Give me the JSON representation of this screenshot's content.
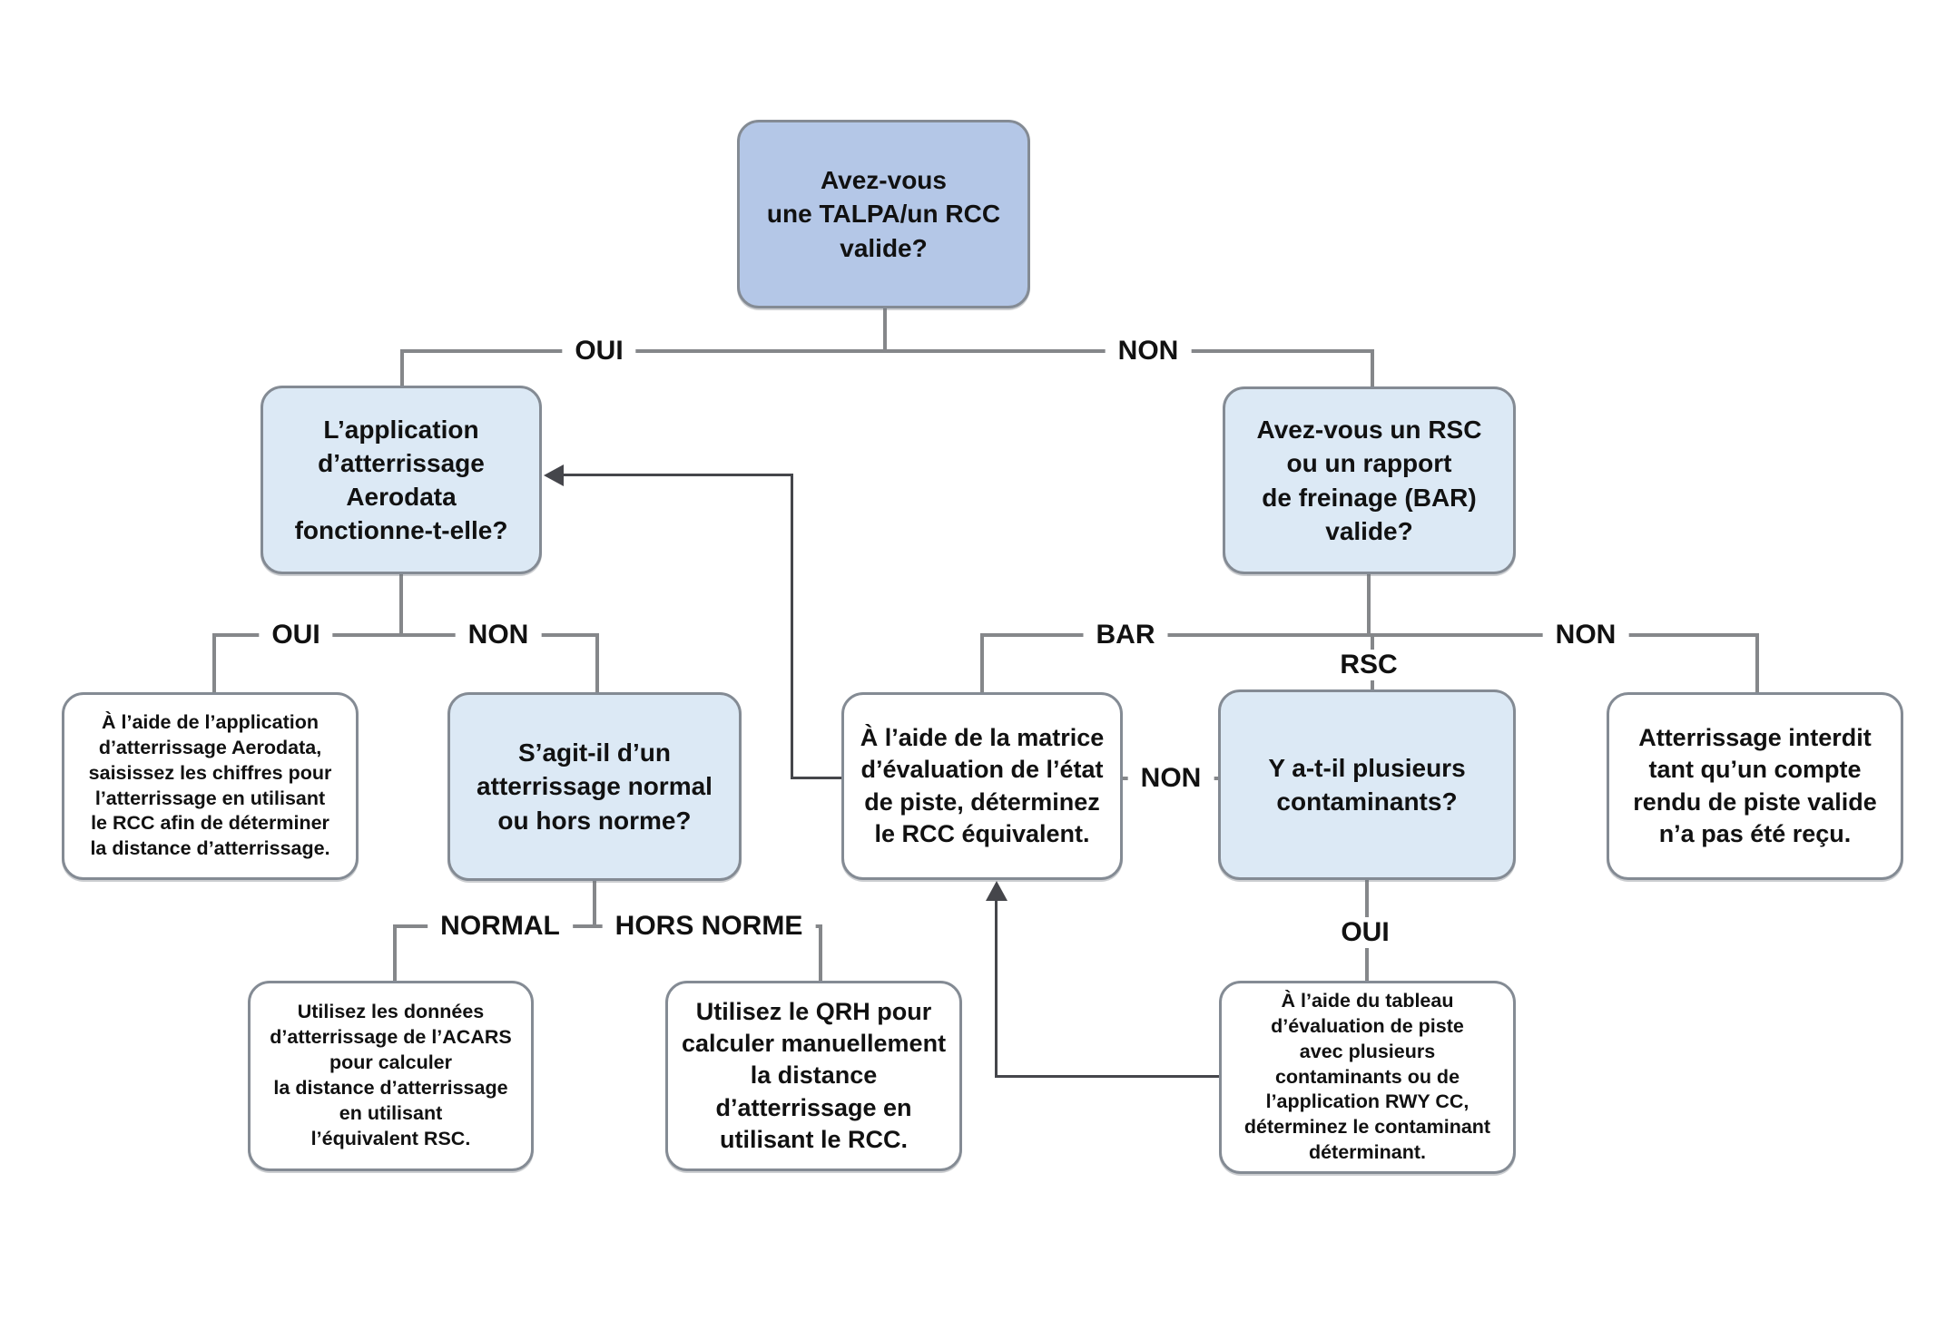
{
  "nodes": {
    "talpa_question": {
      "text": "Avez-vous\nune TALPA/un RCC\nvalide?"
    },
    "aerodata_question": {
      "text": "L’application\nd’atterrissage\nAerodata\nfonctionne-t-elle?"
    },
    "rsc_question": {
      "text": "Avez-vous un RSC\nou un rapport\nde freinage (BAR)\nvalide?"
    },
    "aerodata_action": {
      "text": "À l’aide de l’application\nd’atterrissage Aerodata,\nsaisissez les chiffres pour\nl’atterrissage en utilisant\nle RCC afin de déterminer\nla distance d’atterrissage."
    },
    "normal_question": {
      "text": "S’agit-il d’un\natterrissage normal\nou hors norme?"
    },
    "matrice_action": {
      "text": "À l’aide de la matrice\nd’évaluation de l’état\nde piste, déterminez\nle RCC équivalent."
    },
    "contaminants_question": {
      "text": "Y a-t-il plusieurs\ncontaminants?"
    },
    "interdit_action": {
      "text": "Atterrissage interdit\ntant qu’un compte\nrendu de piste valide\nn’a pas été reçu."
    },
    "acars_action": {
      "text": "Utilisez les données\nd’atterrissage de l’ACARS\npour calculer\nla distance d’atterrissage\nen utilisant\nl’équivalent RSC."
    },
    "qrh_action": {
      "text": "Utilisez le QRH pour\ncalculer manuellement\nla distance\nd’atterrissage en\nutilisant le RCC."
    },
    "tableau_action": {
      "text": "À l’aide du tableau\nd’évaluation de piste\navec plusieurs\ncontaminants ou de\nl’application RWY CC,\ndéterminez le contaminant\ndéterminant."
    }
  },
  "labels": {
    "oui_top": "OUI",
    "non_top": "NON",
    "oui_left": "OUI",
    "non_left": "NON",
    "bar": "BAR",
    "rsc": "RSC",
    "non_right": "NON",
    "non_mid": "NON",
    "normal": "NORMAL",
    "hors_norme": "HORS NORME",
    "oui_bottom": "OUI"
  },
  "colors": {
    "primary_node_fill": "#b4c7e7",
    "secondary_node_fill": "#dce9f5",
    "action_node_fill": "#ffffff",
    "node_border": "#848b94",
    "connector": "#85878a",
    "feedback_connector": "#45464b",
    "text": "#111111"
  }
}
